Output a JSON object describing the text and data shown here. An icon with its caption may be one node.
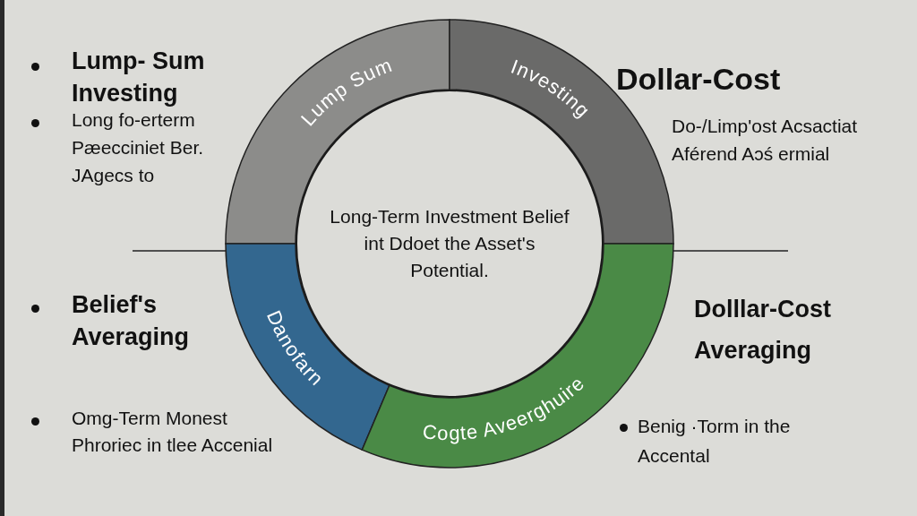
{
  "diagram": {
    "nodes": [
      {
        "text": [
          "Lump Sum"
        ]
      },
      {
        "text": [
          "Investing"
        ]
      },
      {
        "text": [
          "Danofarn"
        ]
      },
      {
        "text": [
          "Cogte Aveerghuire"
        ]
      },
      {
        "text": [
          "Long-Term Investment Belief int Ddoet the Asset's Potential."
        ]
      }
    ],
    "labels": [
      "Lump- Sum Investing",
      "Long fo-erterm Pæecciniet Ber. JAgecs to",
      "Dollar-Cost",
      "Do-/Limp'ost Acsactiat Aférend Aɔś ermial",
      "Belief's Averaging",
      "Omg-Term Monest Phroriec in tlee Accenial",
      "Dolllar-Cost Averaging",
      "Benig ·Torm in the Accental"
    ]
  }
}
